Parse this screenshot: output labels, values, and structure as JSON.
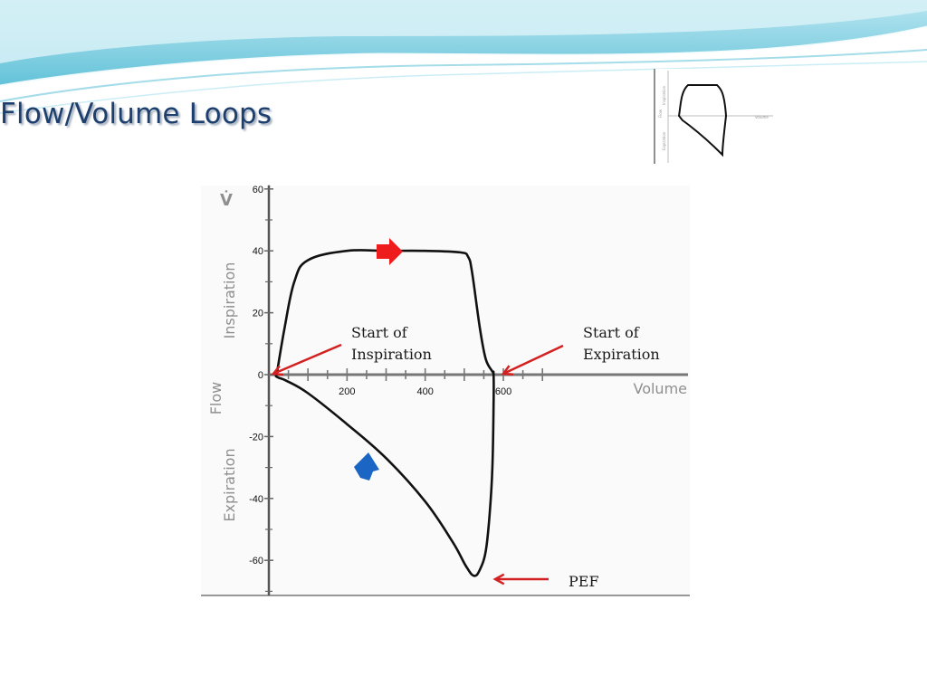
{
  "slide": {
    "title": "Flow/Volume Loops"
  },
  "colors": {
    "title": "#1d3f6e",
    "wave": "#6ec6da",
    "inspiration_arrow": "#ee1c1c",
    "expiration_arrow": "#1b66c4",
    "annotation_arrow": "#d42020",
    "axis_label": "#8f8f8f"
  },
  "annotations": {
    "start_inspiration": "Start of\nInspiration",
    "start_expiration": "Start of\nExpiration",
    "pef": "PEF"
  },
  "chart_data": {
    "type": "line",
    "title": "",
    "xlabel": "Volume",
    "ylabel": "Flow",
    "y_symbol": "V̇",
    "y_positive_label": "Inspiration",
    "y_negative_label": "Expiration",
    "xlim": [
      0,
      700
    ],
    "ylim": [
      -70,
      60
    ],
    "x_ticks": [
      200,
      400,
      600
    ],
    "y_ticks": [
      60,
      40,
      20,
      0,
      -20,
      -40,
      -60
    ],
    "minor_step": 50,
    "grid": false,
    "series": [
      {
        "x": [
          20,
          40,
          65,
          100,
          200,
          300,
          400,
          490,
          510,
          520,
          540,
          555,
          572,
          575,
          575,
          572,
          565,
          555,
          540,
          525,
          505,
          470,
          400,
          300,
          200,
          100,
          45,
          25,
          18,
          20
        ],
        "y": [
          0,
          15,
          30,
          37,
          40,
          40,
          40,
          39.5,
          38,
          33,
          15,
          5,
          1,
          0,
          -10,
          -30,
          -45,
          -57,
          -63,
          -65,
          -62,
          -54,
          -41,
          -27,
          -16,
          -6,
          -2,
          -1,
          -0.5,
          0
        ]
      }
    ]
  }
}
